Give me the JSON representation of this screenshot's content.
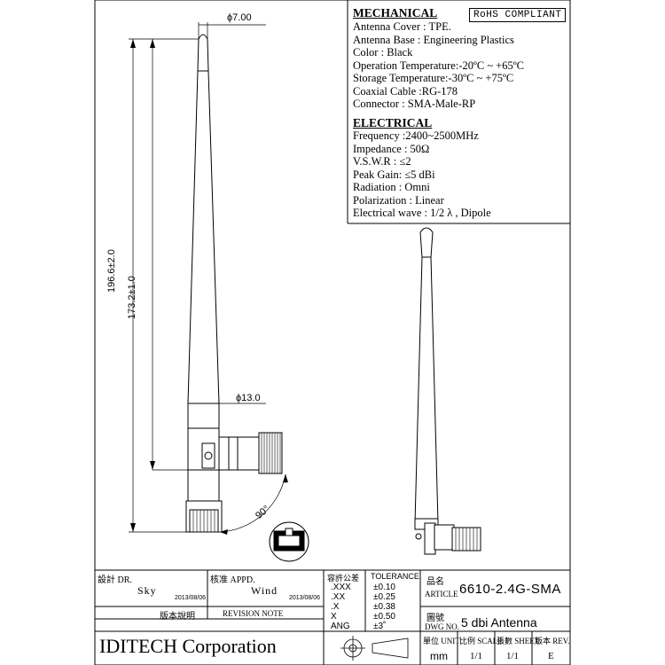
{
  "spec": {
    "rohs": "RoHS COMPLIANT",
    "mechanical_title": "MECHANICAL",
    "mechanical": [
      "Antenna Cover :  TPE.",
      "Antenna Base : Engineering Plastics",
      "Color : Black",
      "Operation Temperature:-20ºC ~ +65ºC",
      "Storage Temperature:-30ºC ~ +75ºC",
      "Coaxial Cable :RG-178",
      "Connector : SMA-Male-RP"
    ],
    "electrical_title": "ELECTRICAL",
    "electrical": [
      "Frequency :2400~2500MHz",
      "Impedance : 50Ω",
      "V.S.W.R : ≤2",
      "Peak Gain: ≤5 dBi",
      "Radiation : Omni",
      "Polarization : Linear",
      "Electrical wave : 1/2 λ , Dipole"
    ]
  },
  "dims": {
    "dia_tip": "ϕ7.00",
    "dia_base": "ϕ13.0",
    "total_len": "196.6±2.0",
    "whip_len": "173.2±1.0",
    "angle": "90°"
  },
  "title_block": {
    "design_label": "設計 DR.",
    "design_name": "Sky",
    "design_date": "2013/08/06",
    "approve_label": "核准 APPD.",
    "approve_name": "Wind",
    "approve_date": "2013/08/06",
    "revision_label": "版本說明",
    "revision_note_label": "REVISION NOTE",
    "tol_label_cn": "容許公差",
    "tol_label_en": "TOLERANCE",
    "tolerances": [
      {
        "k": ".XXX",
        "v": "±0.10"
      },
      {
        "k": ".XX",
        "v": "±0.25"
      },
      {
        "k": ".X",
        "v": "±0.38"
      },
      {
        "k": "X",
        "v": "±0.50"
      },
      {
        "k": "ANG",
        "v": "±3˚"
      }
    ],
    "article_label_cn": "品名",
    "article_label_en": "ARTICLE",
    "article": "6610-2.4G-SMA",
    "dwg_label_cn": "圖號",
    "dwg_label_en": "DWG NO.",
    "dwg": "5 dbi Antenna",
    "company": "IDITECH Corporation",
    "unit_label": "單位 UNIT",
    "unit": "mm",
    "scale_label": "比例 SCALE",
    "scale": "1/1",
    "sheet_label": "張數 SHEET",
    "sheet": "1/1",
    "rev_label": "版本 REV.",
    "rev": "E"
  }
}
